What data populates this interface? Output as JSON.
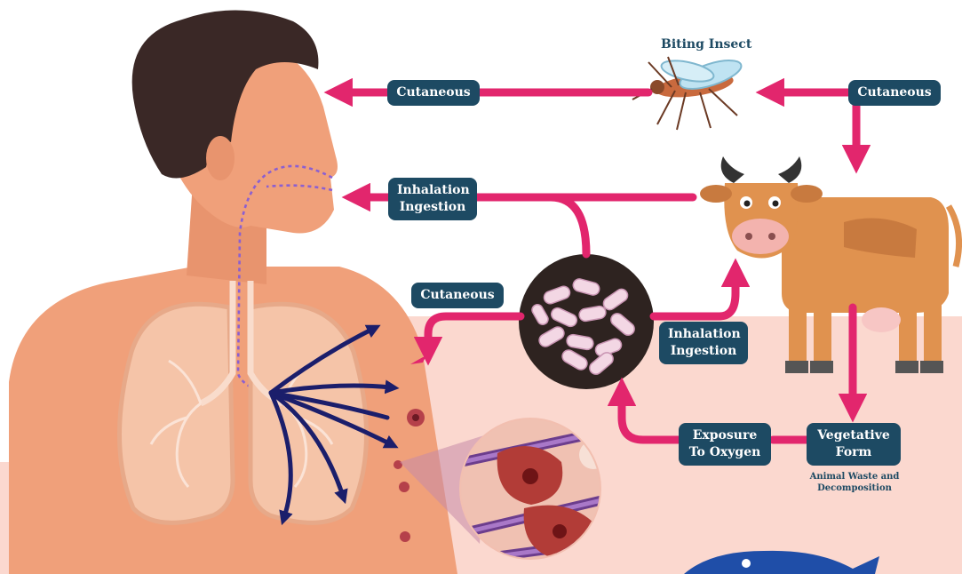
{
  "labels": {
    "biting_insect": "Biting Insect",
    "cutaneous_top_left": "Cutaneous",
    "cutaneous_top_right": "Cutaneous",
    "inhalation_top": [
      "Inhalation",
      "Ingestion"
    ],
    "cutaneous_mid": "Cutaneous",
    "inhalation_mid": [
      "Inhalation",
      "Ingestion"
    ],
    "exposure": [
      "Exposure",
      "To Oxygen"
    ],
    "vegetative": [
      "Vegetative",
      "Form"
    ],
    "vegetative_note": [
      "Animal Waste and",
      "Decomposition"
    ]
  },
  "colors": {
    "arrow": "#e2266d",
    "label_bg": "#1d4a63",
    "skin": "#f0a07a",
    "background_pink": "#fbd8cf",
    "cow": "#e0924f",
    "spore_circle": "#2e2320",
    "lung_arrows": "#1b1e6b"
  }
}
